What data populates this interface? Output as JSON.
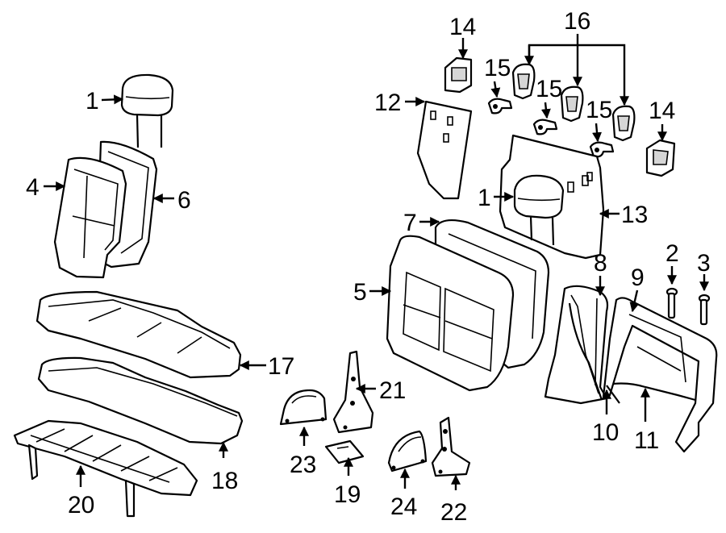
{
  "callouts": {
    "c1a": "1",
    "c1b": "1",
    "c2": "2",
    "c3": "3",
    "c4": "4",
    "c5": "5",
    "c6": "6",
    "c7": "7",
    "c8": "8",
    "c9": "9",
    "c10": "10",
    "c11": "11",
    "c12": "12",
    "c13": "13",
    "c14a": "14",
    "c14b": "14",
    "c15a": "15",
    "c15b": "15",
    "c15c": "15",
    "c16": "16",
    "c17": "17",
    "c18": "18",
    "c19": "19",
    "c20": "20",
    "c21": "21",
    "c22": "22",
    "c23": "23",
    "c24": "24"
  },
  "colors": {
    "line": "#000000",
    "background": "#ffffff",
    "shade": "#d6d6d6"
  }
}
